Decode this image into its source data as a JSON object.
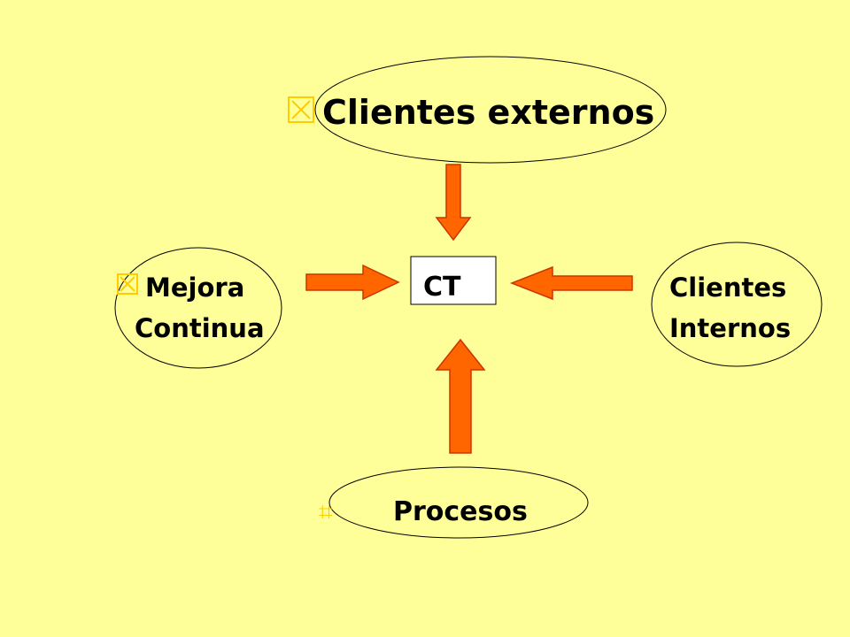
{
  "diagram": {
    "center_box": {
      "label": "CT"
    },
    "top_node": {
      "label": "Clientes externos",
      "bullet_icon": "boxed-x-icon"
    },
    "left_node": {
      "line1": "Mejora",
      "line2": "Continua",
      "bullet_icon": "boxed-x-icon"
    },
    "right_node": {
      "line1": "Clientes",
      "line2": "Internos"
    },
    "bottom_node": {
      "label": "Procesos",
      "bullet_icon": "z-glyph-icon"
    }
  },
  "colors": {
    "background": "#FFFF99",
    "arrow_fill": "#FF6600",
    "arrow_stroke": "#CC3300",
    "bullet": "#FFCC00",
    "text": "#000000"
  }
}
